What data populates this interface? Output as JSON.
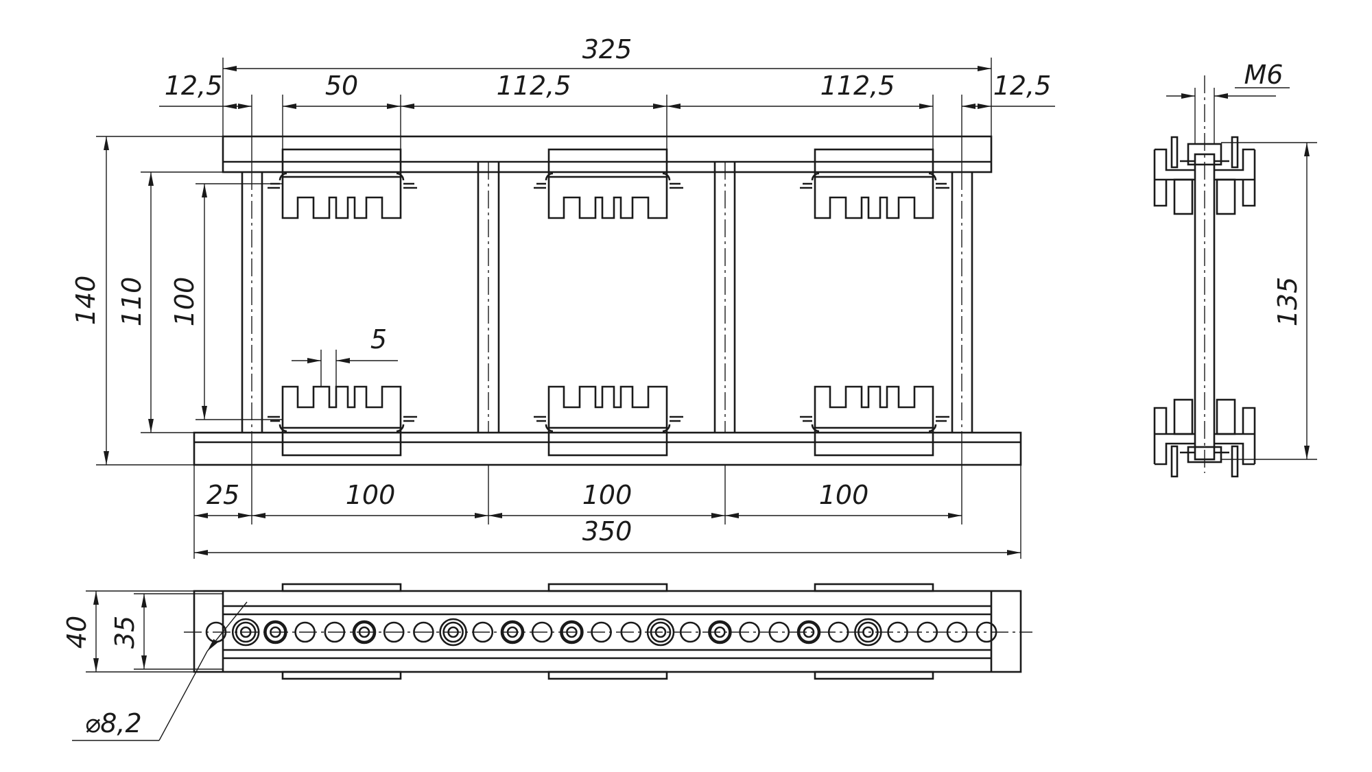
{
  "dimensions": {
    "front_overall_top": "325",
    "front_left_margin": "12,5",
    "front_first_block": "50",
    "front_span_1": "112,5",
    "front_span_2": "112,5",
    "front_right_margin": "12,5",
    "front_height_total": "140",
    "front_height_mid": "110",
    "front_height_inner": "100",
    "front_slot_width": "5",
    "front_base_offset": "25",
    "front_pitch_1": "100",
    "front_pitch_2": "100",
    "front_pitch_3": "100",
    "front_overall_bottom": "350",
    "side_thread": "M6",
    "side_height": "135",
    "top_height_outer": "40",
    "top_height_inner": "35",
    "top_hole_diameter": "⌀8,2"
  }
}
